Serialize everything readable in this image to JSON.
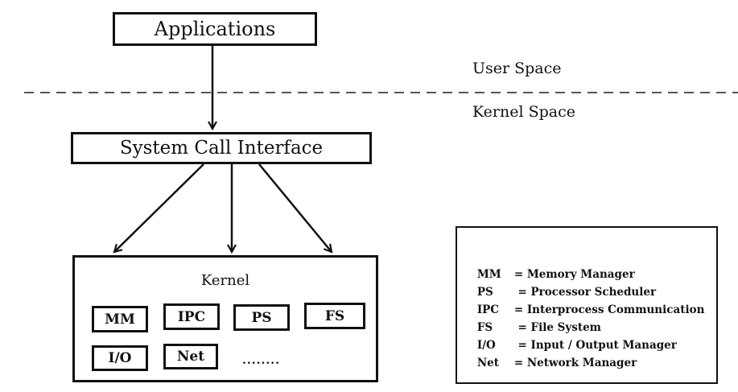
{
  "diagram": {
    "applications": "Applications",
    "system_call_interface": "System Call Interface",
    "user_space": "User Space",
    "kernel_space": "Kernel Space",
    "kernel": {
      "title": "Kernel",
      "modules": [
        "MM",
        "IPC",
        "PS",
        "FS",
        "I/O",
        "Net"
      ],
      "more": "........"
    }
  },
  "legend": [
    {
      "abbr": "MM",
      "text": "= Memory Manager"
    },
    {
      "abbr": "PS",
      "text": " = Processor Scheduler"
    },
    {
      "abbr": "IPC",
      "text": "= Interprocess Communication"
    },
    {
      "abbr": "FS",
      "text": " = File System"
    },
    {
      "abbr": "I/O",
      "text": " = Input / Output Manager"
    },
    {
      "abbr": "Net",
      "text": "= Network Manager"
    }
  ]
}
